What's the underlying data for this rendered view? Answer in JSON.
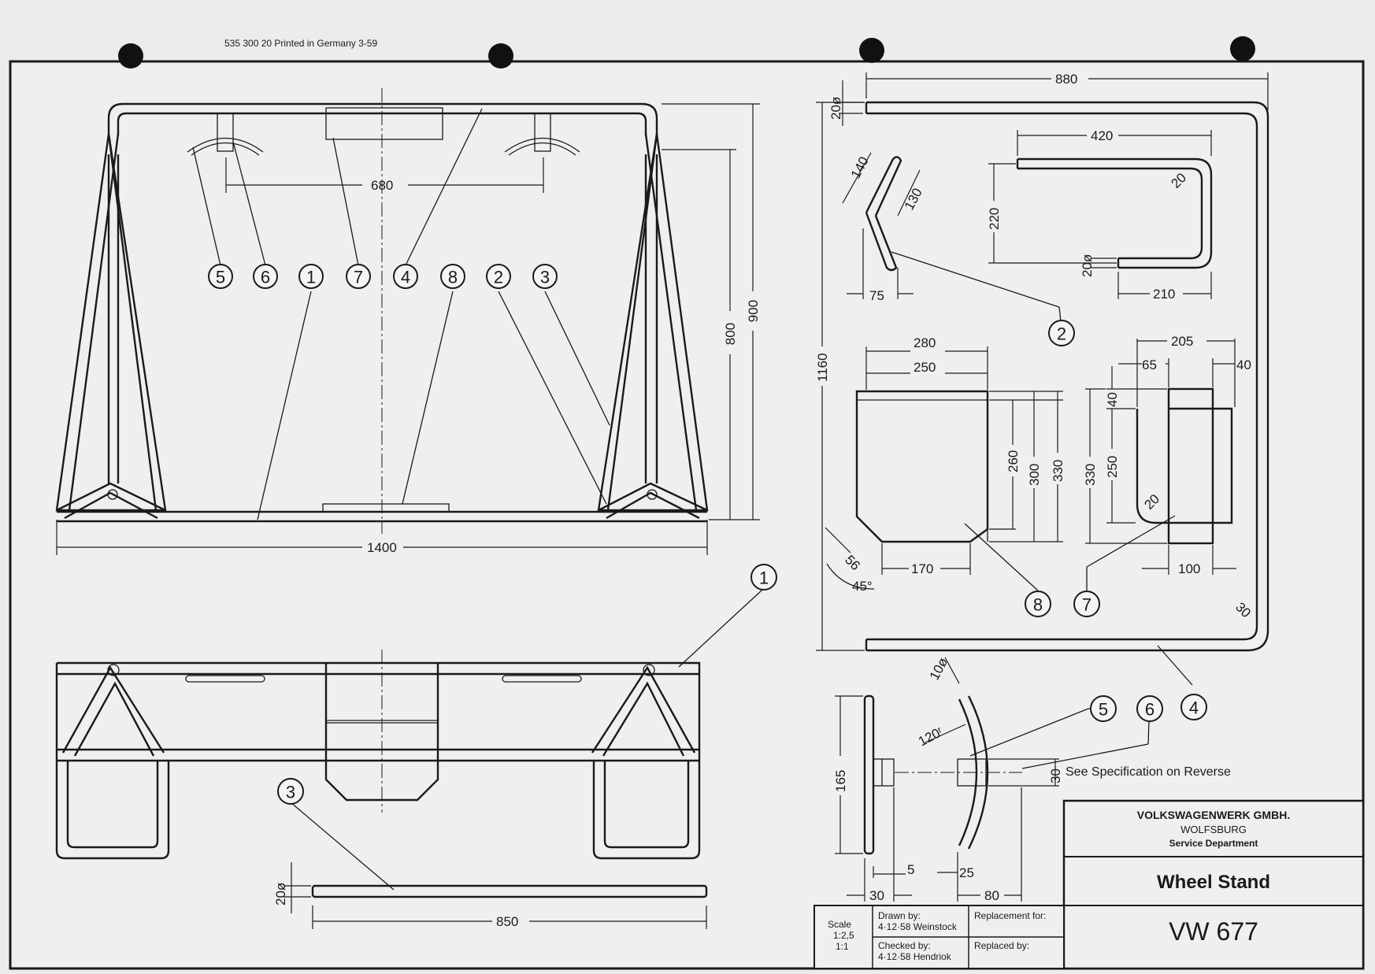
{
  "header": {
    "code": "535 300 20   Printed in Germany   3-59"
  },
  "title_block": {
    "company": "VOLKSWAGENWERK GMBH.",
    "city": "WOLFSBURG",
    "department": "Service Department",
    "title": "Wheel Stand",
    "number": "VW 677",
    "scale_label": "Scale",
    "scale_1": "1:2,5",
    "scale_2": "1:1",
    "drawn_label": "Drawn by:",
    "drawn_value": "4·12·58 Weinstock",
    "checked_label": "Checked by:",
    "checked_value": "4·12·58 Hendriok",
    "replacement_label": "Replacement for:",
    "replaced_label": "Replaced by:"
  },
  "note": "See Specification on Reverse",
  "callouts": {
    "c1": "1",
    "c2": "2",
    "c3": "3",
    "c4": "4",
    "c5": "5",
    "c6": "6",
    "c7": "7",
    "c8": "8"
  },
  "dimensions": {
    "front_width": "1400",
    "front_inner": "680",
    "front_h800": "800",
    "front_h900": "900",
    "top_bar": "850",
    "top_bar_dia": "20ø",
    "frame_width": "880",
    "frame_height": "1160",
    "frame_dia": "20ø",
    "frame_r": "30",
    "part3_len": "420",
    "part3_h": "220",
    "part3_r": "20",
    "part3_dia": "20ø",
    "part3_foot": "210",
    "part2_a": "140",
    "part2_b": "130",
    "part2_c": "75",
    "part8_w1": "280",
    "part8_w2": "250",
    "part8_h1": "260",
    "part8_h2": "300",
    "part8_h3": "330",
    "part8_cham": "56",
    "part8_angle": "45°",
    "part8_bottom": "170",
    "part7_w1": "205",
    "part7_w2": "65",
    "part7_w3": "40",
    "part7_h1": "40",
    "part7_h2": "330",
    "part7_h3": "250",
    "part7_r": "20",
    "part7_bottom": "100",
    "hook_dia": "10ø",
    "hook_r": "120ʳ",
    "hook_h": "165",
    "hook_pin": "30",
    "hook_w1": "30",
    "hook_w2": "5",
    "hook_w3": "25",
    "hook_w4": "80"
  }
}
